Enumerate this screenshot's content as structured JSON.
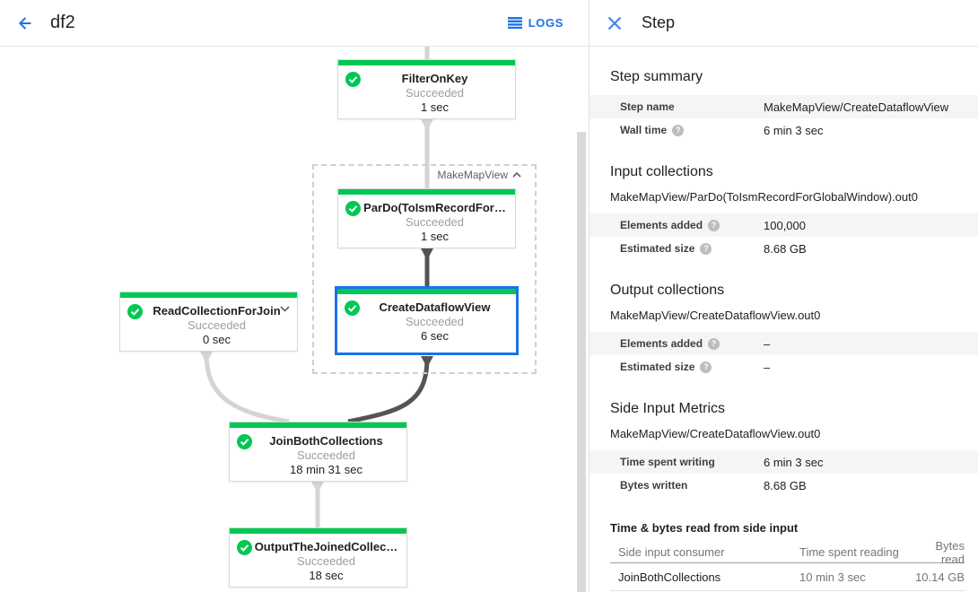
{
  "colors": {
    "succeeded_green": "#00c853",
    "selected_blue": "#1a73e8",
    "edge_light": "#d4d4d4",
    "edge_dark": "#545454",
    "row_stripe": "#f5f5f5"
  },
  "icons": {
    "back": "arrow-left",
    "logs": "list-lines",
    "close": "x",
    "check": "check-circle",
    "chevron_up": "chevron-up",
    "chevron_down": "chevron-down",
    "help": "?"
  },
  "topbar": {
    "title": "df2",
    "logs_label": "LOGS"
  },
  "graph": {
    "group_label": "MakeMapView",
    "nodes": [
      {
        "title": "FilterOnKey",
        "status": "Succeeded",
        "time": "1 sec"
      },
      {
        "title": "ParDo(ToIsmRecordFor…",
        "status": "Succeeded",
        "time": "1 sec"
      },
      {
        "title": "CreateDataflowView",
        "status": "Succeeded",
        "time": "6 sec"
      },
      {
        "title": "ReadCollectionForJoin",
        "status": "Succeeded",
        "time": "0 sec"
      },
      {
        "title": "JoinBothCollections",
        "status": "Succeeded",
        "time": "18 min 31 sec"
      },
      {
        "title": "OutputTheJoinedCollec…",
        "status": "Succeeded",
        "time": "18 sec"
      }
    ]
  },
  "panel": {
    "title": "Step",
    "sections": {
      "summary": {
        "heading": "Step summary",
        "rows": [
          {
            "label": "Step name",
            "value": "MakeMapView/CreateDataflowView"
          },
          {
            "label": "Wall time",
            "value": "6 min 3 sec"
          }
        ]
      },
      "input": {
        "heading": "Input collections",
        "collection": "MakeMapView/ParDo(ToIsmRecordForGlobalWindow).out0",
        "rows": [
          {
            "label": "Elements added",
            "value": "100,000"
          },
          {
            "label": "Estimated size",
            "value": "8.68 GB"
          }
        ]
      },
      "output": {
        "heading": "Output collections",
        "collection": "MakeMapView/CreateDataflowView.out0",
        "rows": [
          {
            "label": "Elements added",
            "value": "–"
          },
          {
            "label": "Estimated size",
            "value": "–"
          }
        ]
      },
      "side_input": {
        "heading": "Side Input Metrics",
        "collection": "MakeMapView/CreateDataflowView.out0",
        "rows": [
          {
            "label": "Time spent writing",
            "value": "6 min 3 sec"
          },
          {
            "label": "Bytes written",
            "value": "8.68 GB"
          }
        ]
      },
      "side_input_table": {
        "heading": "Time & bytes read from side input",
        "columns": [
          "Side input consumer",
          "Time spent reading",
          "Bytes read"
        ],
        "rows": [
          [
            "JoinBothCollections",
            "10 min 3 sec",
            "10.14 GB"
          ]
        ]
      }
    }
  }
}
